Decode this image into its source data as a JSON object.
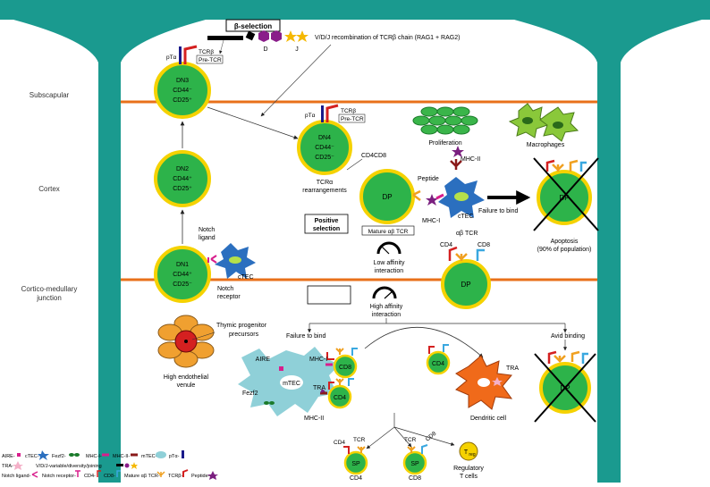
{
  "zones": {
    "subscapular": "Subscapular",
    "cortex": "Cortex",
    "junction_line1": "Cortico-medullary",
    "junction_line2": "junction"
  },
  "beta_selection": {
    "label": "β-selection",
    "d": "D",
    "j": "J",
    "vdj_text": "V/D/J recombination of TCRβ chain (RAG1 + RAG2)"
  },
  "cells": {
    "dn1": [
      "DN1",
      "CD44⁺",
      "CD25⁻"
    ],
    "dn2": [
      "DN2",
      "CD44⁺",
      "CD25⁺"
    ],
    "dn3": [
      "DN3",
      "CD44⁻",
      "CD25⁺"
    ],
    "dn4": [
      "DN4",
      "CD44⁻",
      "CD25⁻"
    ],
    "dp": "DP",
    "sp": "SP",
    "cd8": "CD8",
    "cd4": "CD4",
    "t_reg": "T",
    "t_reg_sub": "reg"
  },
  "labels": {
    "pt_alpha": "pTα",
    "tcr_beta": "TCRβ",
    "pre_tcr": "Pre-TCR",
    "tcr_alpha_rearr": [
      "TCRα",
      "rearrangements"
    ],
    "cd4cd8": "CD4CD8",
    "peptide": "Peptide",
    "mhc_ii": "MHC-II",
    "mhc_i": "MHC-I",
    "ctec": "cTEC",
    "mtec": "mTEC",
    "failure_to_bind": "Failure to bind",
    "positive_selection": [
      "Positive",
      "selection"
    ],
    "mature_ab_tcr": "Mature αβ TCR",
    "low_affinity": [
      "Low affinity",
      "interaction"
    ],
    "high_affinity": [
      "High affinity",
      "interaction"
    ],
    "apoptosis": [
      "Apoptosis",
      "(90% of population)"
    ],
    "ab_tcr": "αβ TCR",
    "cd4": "CD4",
    "cd8": "CD8",
    "notch_ligand": [
      "Notch",
      "ligand"
    ],
    "notch_receptor": [
      "Notch",
      "receptor"
    ],
    "proliferation": "Proliferation",
    "macrophages": "Macrophages",
    "thymic_progenitor": [
      "Thymic progenitor",
      "precursors"
    ],
    "high_endothelial": [
      "High endothelial",
      "venule"
    ],
    "avid_binding": "Avid binding",
    "aire": "AIRE",
    "fezf2": "Fezf2",
    "tra": "TRA",
    "tcr": "TCR",
    "dendritic_cell": "Dendritic cell",
    "regulatory": [
      "Regulatory",
      "T cells"
    ]
  },
  "legend": {
    "row1": [
      "AIRE-",
      "cTEC-",
      "Fezf2-",
      "MHC-I-",
      "MHC-II-",
      "mTEC-",
      "pTα-"
    ],
    "row2_tra": "TRA-",
    "row2_vdj": "V/D/J-variable/diversity/joining",
    "row3": [
      "Notch ligand-",
      "Notch receptor-",
      "CD4-",
      "CD8-",
      "Mature αβ TCR-",
      "TCRβ-",
      "Peptide-"
    ]
  },
  "colors": {
    "frame": "#1a9a8f",
    "boundary": "#e8701a",
    "cell_ring": "#f5d200",
    "cell_core": "#2db34a",
    "ctec": "#2b6fbf",
    "mtec": "#8fd0d8",
    "tcr_red": "#d42020",
    "tcr_orange": "#f0a020",
    "cd8_blue": "#3aa8e0",
    "mhc_ii": "#8a1a1a",
    "mhc_i": "#d81e8c",
    "peptide": "#7a1f7f",
    "dendritic": "#f06a1a",
    "proliferation": "#3ab54a"
  }
}
